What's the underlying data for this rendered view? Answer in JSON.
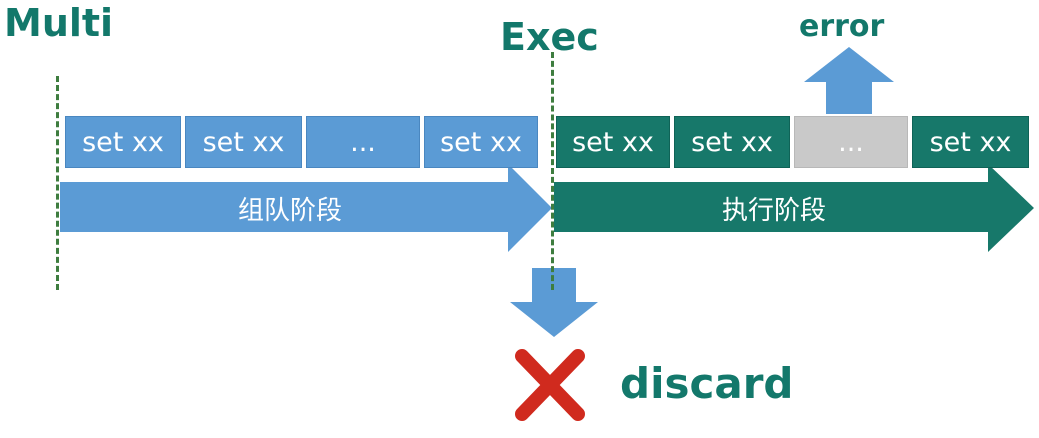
{
  "titles": {
    "multi": "Multi",
    "exec": "Exec",
    "error": "error",
    "discard": "discard"
  },
  "queue_stage": {
    "label": "组队阶段",
    "commands": [
      "set xx",
      "set xx",
      "...",
      "set xx"
    ]
  },
  "exec_stage": {
    "label": "执行阶段",
    "commands": [
      "set xx",
      "set xx",
      "...",
      "set xx"
    ]
  },
  "colors": {
    "queue_blue": "#5b9bd5",
    "exec_green": "#17786a",
    "failed_gray": "#c9c9c9",
    "title_teal": "#13786b",
    "discard_red": "#d02a1e",
    "dashed_line": "#3e7d3f"
  },
  "icons": {
    "error_arrow": "arrow-up-icon",
    "discard_arrow": "arrow-down-icon",
    "discard_mark": "cross-icon"
  }
}
